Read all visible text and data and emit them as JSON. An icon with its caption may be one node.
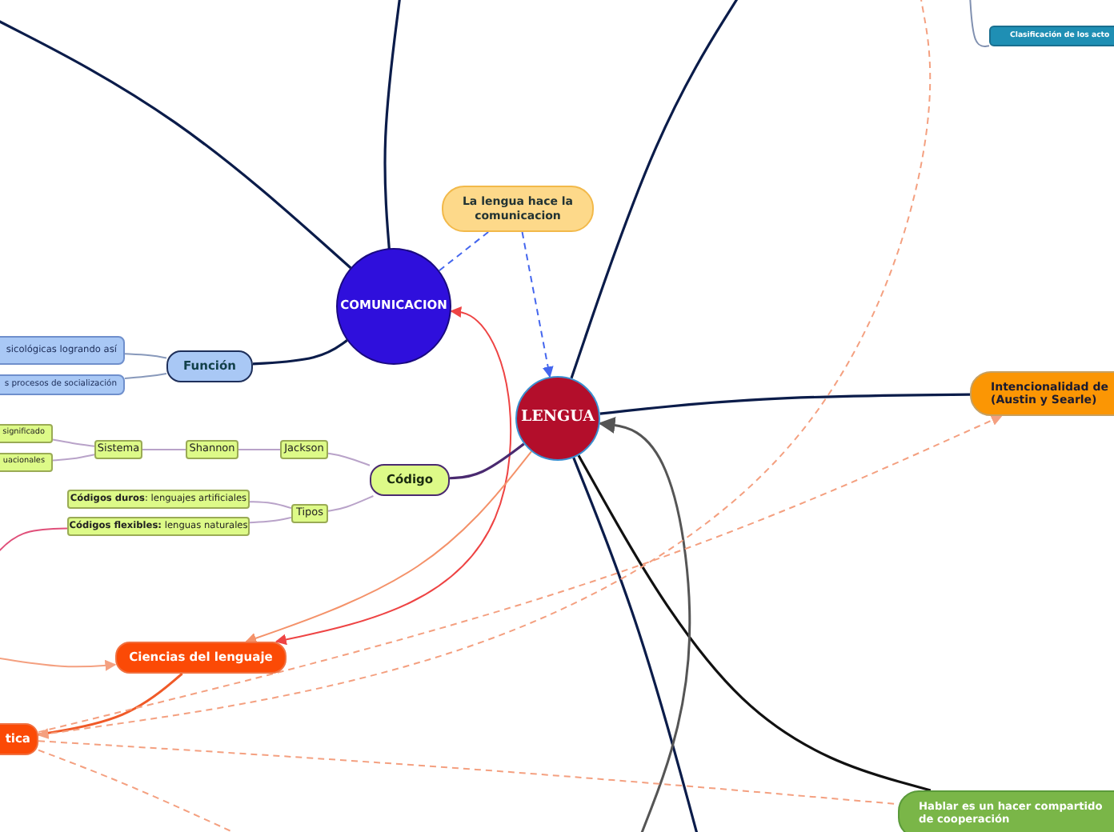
{
  "diagram": {
    "nodes": [
      {
        "text": [
          "COMUNICACION"
        ]
      },
      {
        "text": [
          "LENGUA"
        ]
      },
      {
        "text": [
          "La lengua hace la comunicacion"
        ]
      },
      {
        "text": [
          "Función"
        ]
      },
      {
        "text": [
          "sicológicas logrando así"
        ]
      },
      {
        "text": [
          "s procesos de socialización"
        ]
      },
      {
        "text": [
          "Código"
        ]
      },
      {
        "text": [
          "Jackson"
        ]
      },
      {
        "text": [
          "Shannon"
        ]
      },
      {
        "text": [
          "Sistema"
        ]
      },
      {
        "text": [
          "significado"
        ]
      },
      {
        "text": [
          "uacionales"
        ]
      },
      {
        "text": [
          "Tipos"
        ]
      },
      {
        "text": [
          "**Códigos duros**: lenguajes artificiales"
        ]
      },
      {
        "text": [
          "**Códigos flexibles:** lenguas naturales"
        ]
      },
      {
        "text": [
          "Ciencias del lenguaje"
        ]
      },
      {
        "text": [
          "tica"
        ]
      },
      {
        "text": [
          "Clasificación de los acto"
        ]
      },
      {
        "text": [
          "Intencionalidad de (Austin y Searle)"
        ]
      },
      {
        "text": [
          "Hablar es un hacer compartido de cooperación"
        ]
      }
    ],
    "edges": [
      {
        "from": null,
        "to": 0,
        "arrow": "none",
        "color": "#0b1c4a"
      },
      {
        "from": null,
        "to": 0,
        "arrow": "none",
        "color": "#0b1c4a"
      },
      {
        "from": 0,
        "to": 3,
        "arrow": "none",
        "color": "#0b1c4a"
      },
      {
        "from": 3,
        "to": 4,
        "arrow": "none",
        "color": "#8899bb"
      },
      {
        "from": 3,
        "to": 5,
        "arrow": "none",
        "color": "#8899bb"
      },
      {
        "from": 2,
        "to": 0,
        "arrow": "none",
        "style": "dashed",
        "color": "#4466ee"
      },
      {
        "from": 2,
        "to": 1,
        "arrow": "to",
        "style": "dashed",
        "color": "#4466ee"
      },
      {
        "from": 15,
        "to": 0,
        "arrow": "both",
        "color": "#ee4444"
      },
      {
        "from": 1,
        "to": 6,
        "arrow": "none",
        "color": "#4a2a70"
      },
      {
        "from": 6,
        "to": 7,
        "arrow": "none",
        "color": "#b9a3c9"
      },
      {
        "from": 7,
        "to": 8,
        "arrow": "none",
        "color": "#b9a3c9"
      },
      {
        "from": 8,
        "to": 9,
        "arrow": "none",
        "color": "#b9a3c9"
      },
      {
        "from": 9,
        "to": 10,
        "arrow": "none",
        "color": "#b9a3c9"
      },
      {
        "from": 9,
        "to": 11,
        "arrow": "none",
        "color": "#b9a3c9"
      },
      {
        "from": 6,
        "to": 12,
        "arrow": "none",
        "color": "#b9a3c9"
      },
      {
        "from": 12,
        "to": 13,
        "arrow": "none",
        "color": "#b9a3c9"
      },
      {
        "from": 12,
        "to": 14,
        "arrow": "none",
        "color": "#b9a3c9"
      },
      {
        "from": null,
        "to": 14,
        "arrow": "none",
        "color": "#e0507a"
      },
      {
        "from": 1,
        "to": null,
        "arrow": "none",
        "color": "#0b1c4a"
      },
      {
        "from": 1,
        "to": 18,
        "arrow": "none",
        "color": "#0b1c4a"
      },
      {
        "from": 1,
        "to": null,
        "arrow": "none",
        "color": "#0b1c4a"
      },
      {
        "from": 1,
        "to": 19,
        "arrow": "none",
        "color": "#111111"
      },
      {
        "from": null,
        "to": 1,
        "arrow": "to",
        "color": "#555555"
      },
      {
        "from": 1,
        "to": 15,
        "arrow": "to",
        "color": "#f4926a"
      },
      {
        "from": 15,
        "to": 16,
        "arrow": "none",
        "color": "#f05a28"
      },
      {
        "from": null,
        "to": 15,
        "arrow": "to",
        "color": "#f4a080"
      },
      {
        "from": 16,
        "to": 18,
        "arrow": "to",
        "style": "dashed",
        "color": "#f4a080"
      },
      {
        "from": 16,
        "to": 19,
        "arrow": "none",
        "style": "dashed",
        "color": "#f4a080"
      },
      {
        "from": 16,
        "to": null,
        "arrow": "none",
        "style": "dashed",
        "color": "#f4a080"
      },
      {
        "from": null,
        "to": 16,
        "arrow": "to",
        "style": "dashed",
        "color": "#f4a080"
      },
      {
        "from": null,
        "to": 17,
        "arrow": "none",
        "color": "#8090b0"
      }
    ]
  }
}
